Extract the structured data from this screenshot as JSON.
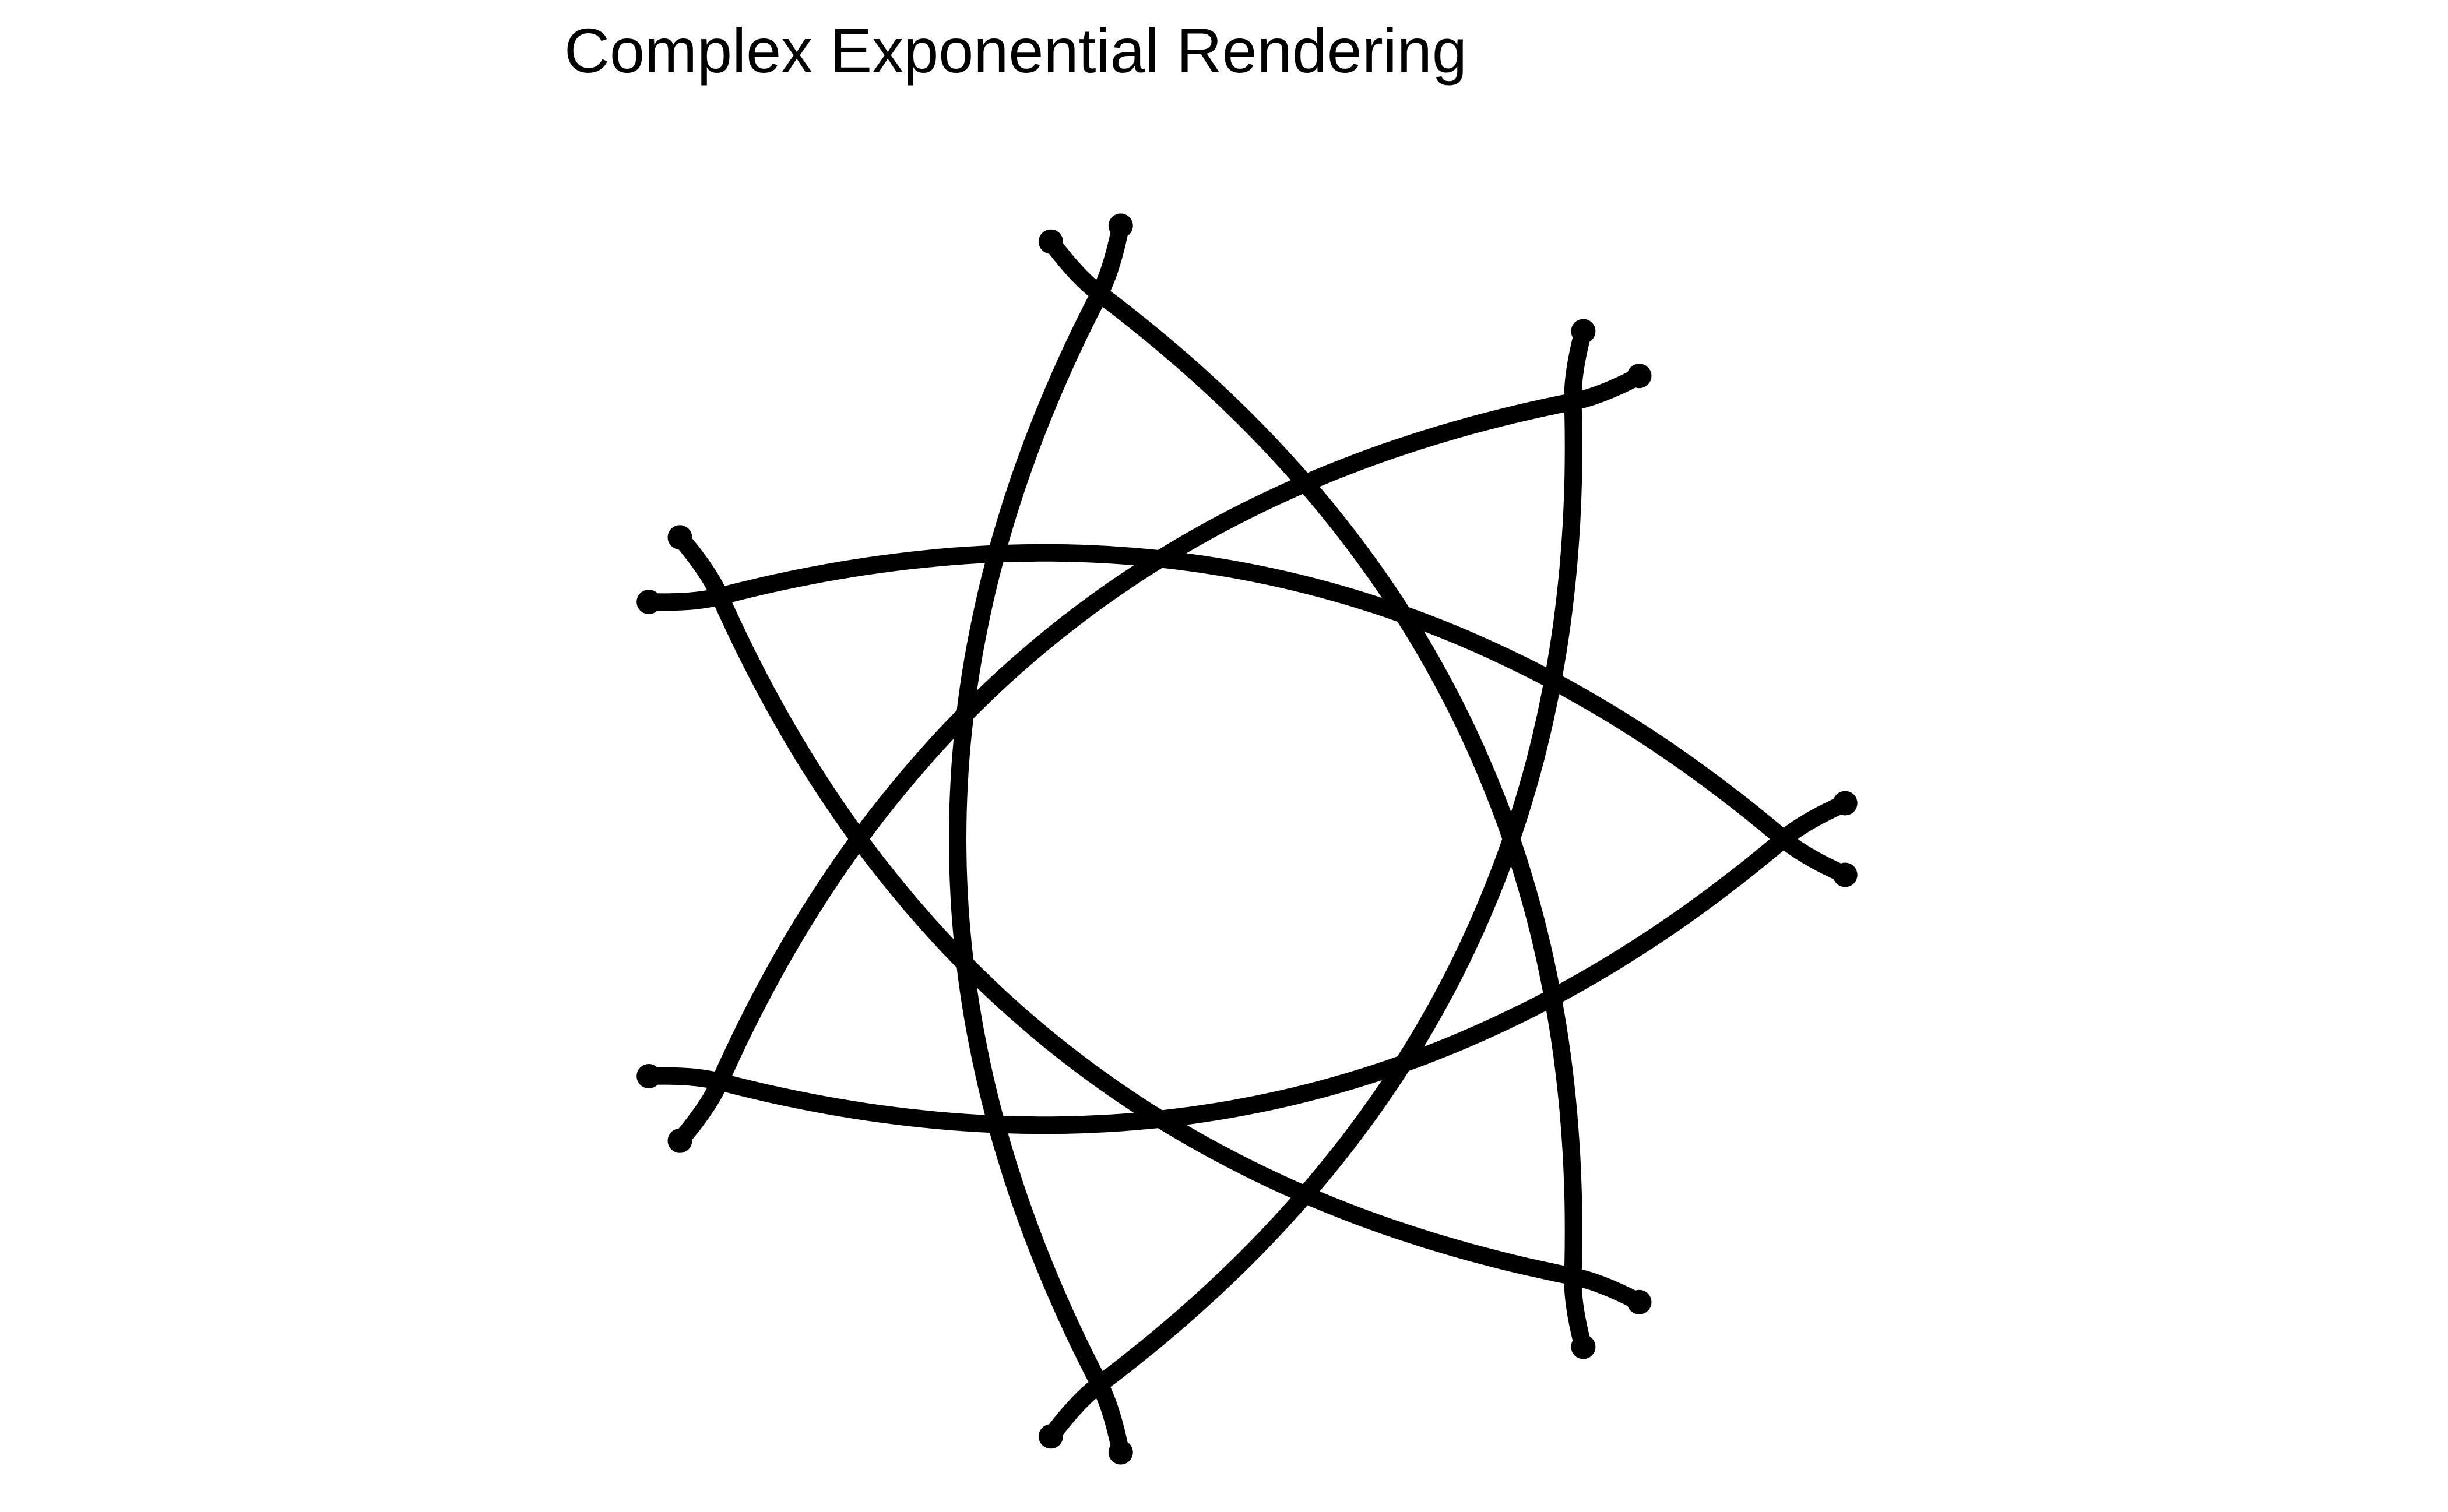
{
  "figure": {
    "title": "Complex Exponential Rendering",
    "stroke_color": "#000000",
    "background": "#ffffff"
  },
  "diagram": {
    "shape": "seven-point star of curved arcs",
    "vertex_count": 7,
    "skip": 3,
    "endpoint_marker": "round-dot"
  }
}
